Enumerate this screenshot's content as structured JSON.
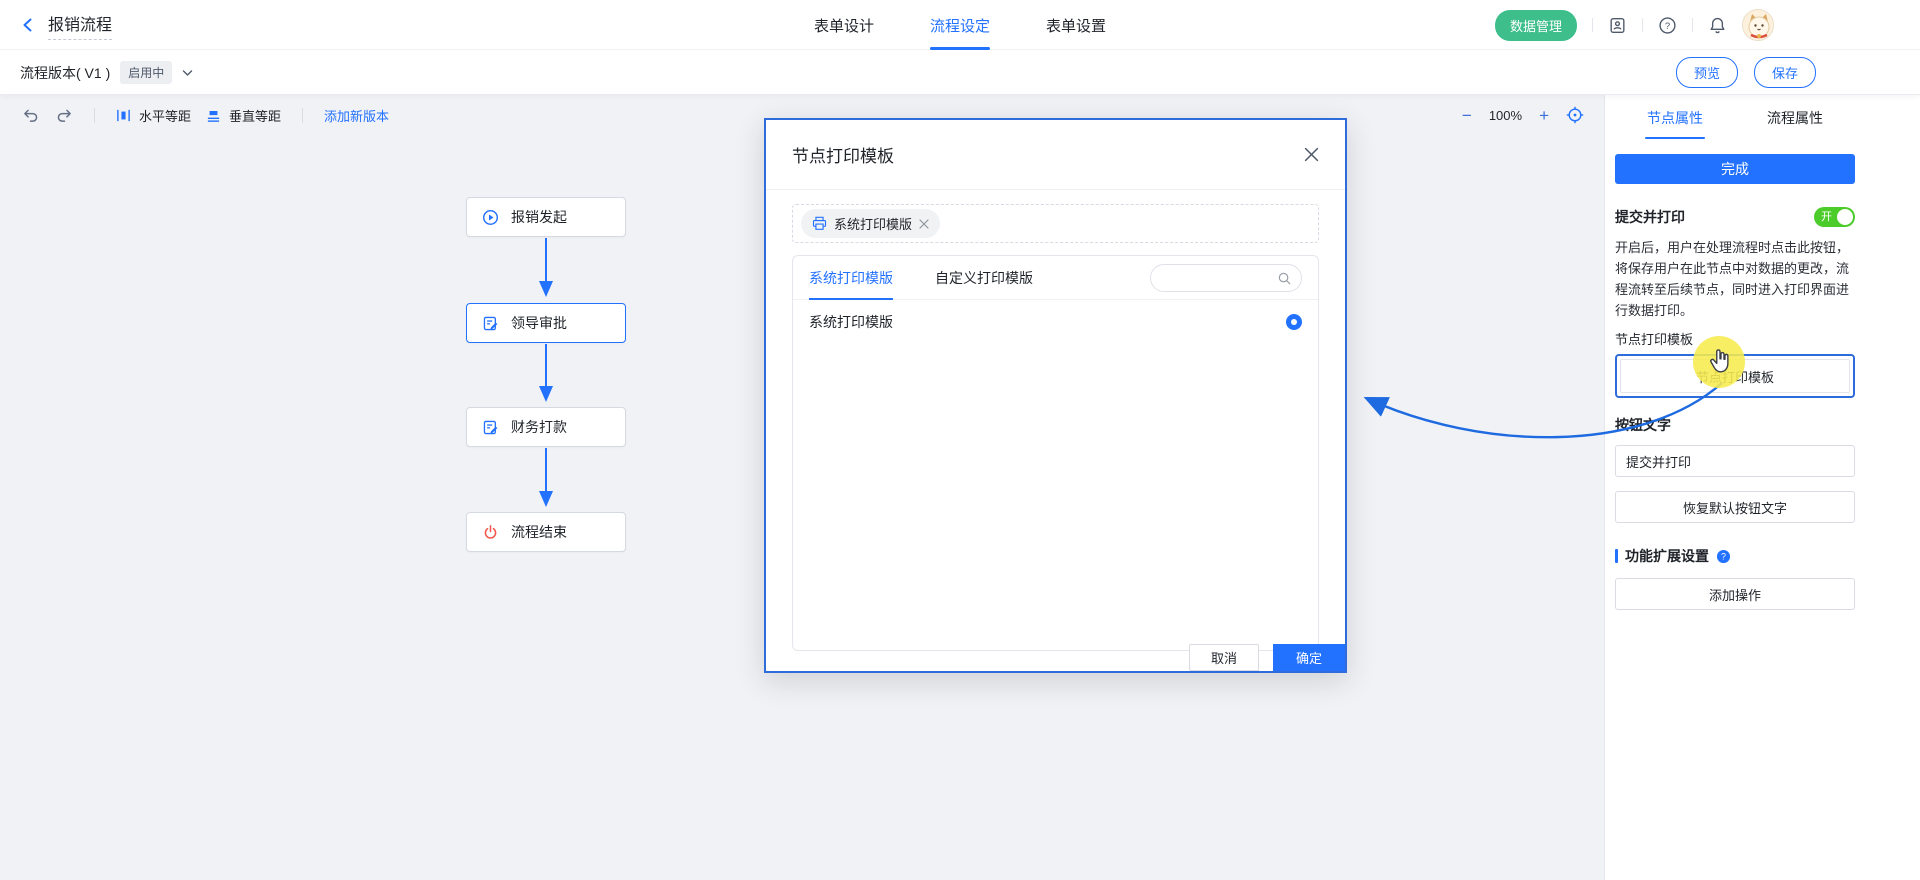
{
  "header": {
    "title": "报销流程",
    "tabs": [
      {
        "label": "表单设计",
        "active": false
      },
      {
        "label": "流程设定",
        "active": true
      },
      {
        "label": "表单设置",
        "active": false
      }
    ],
    "data_manage_button": "数据管理"
  },
  "version_bar": {
    "version_label": "流程版本( V1 )",
    "status_badge": "启用中",
    "preview_button": "预览",
    "save_button": "保存"
  },
  "toolbar": {
    "horizontal_equal": "水平等距",
    "vertical_equal": "垂直等距",
    "add_version": "添加新版本",
    "zoom_out": "−",
    "zoom_level": "100%",
    "zoom_in": "+"
  },
  "flow": {
    "nodes": [
      {
        "label": "报销发起",
        "icon": "play-circle",
        "selected": false
      },
      {
        "label": "领导审批",
        "icon": "edit-doc",
        "selected": true
      },
      {
        "label": "财务打款",
        "icon": "edit-doc",
        "selected": false
      },
      {
        "label": "流程结束",
        "icon": "power",
        "selected": false
      }
    ]
  },
  "modal": {
    "title": "节点打印模板",
    "selected_chip": "系统打印模版",
    "tabs": [
      {
        "label": "系统打印模版",
        "active": true
      },
      {
        "label": "自定义打印模版",
        "active": false
      }
    ],
    "search_value": "",
    "search_placeholder": "",
    "list": [
      {
        "label": "系统打印模版",
        "selected": true
      }
    ],
    "cancel_button": "取消",
    "confirm_button": "确定"
  },
  "panel": {
    "tabs": [
      {
        "label": "节点属性",
        "active": true
      },
      {
        "label": "流程属性",
        "active": false
      }
    ],
    "done_button": "完成",
    "submit_print": {
      "label": "提交并打印",
      "toggle_state": "开",
      "description": "开启后，用户在处理流程时点击此按钮，将保存用户在此节点中对数据的更改，流程流转至后续节点，同时进入打印界面进行数据打印。"
    },
    "node_print_template": {
      "label": "节点打印模板",
      "button": "节点打印模板"
    },
    "button_text": {
      "label": "按钮文字",
      "value": "提交并打印",
      "reset_button": "恢复默认按钮文字"
    },
    "extension": {
      "label": "功能扩展设置",
      "add_button": "添加操作"
    }
  },
  "colors": {
    "accent_blue": "#2271ff",
    "green_pill": "#3dbe8b",
    "toggle_green": "#4bcc2a",
    "power_red": "#f2564d",
    "highlight_yellow": "#f6ec4f",
    "canvas_bg": "#f1f2f6"
  }
}
